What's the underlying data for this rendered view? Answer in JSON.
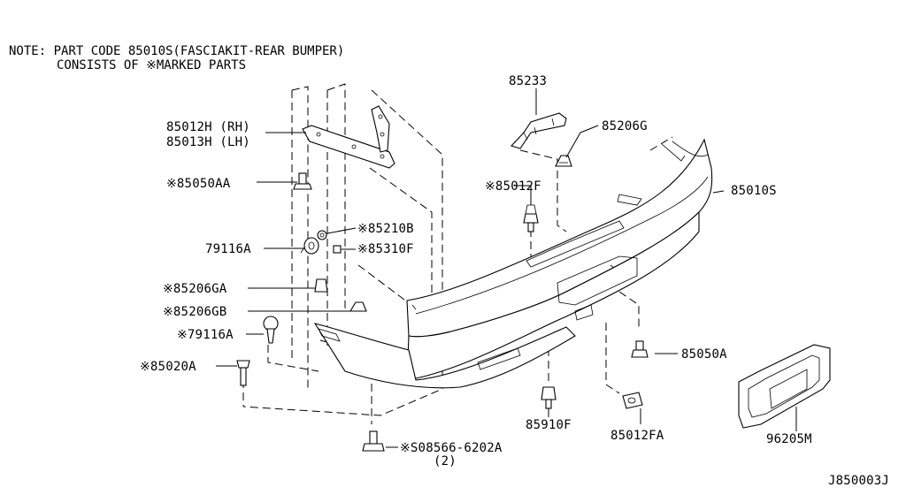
{
  "note": {
    "line1": "NOTE: PART CODE 85010S(FASCIAKIT-REAR BUMPER)",
    "line2": "CONSISTS OF ※MARKED PARTS"
  },
  "labels": {
    "p85233": "85233",
    "p85206G": "85206G",
    "p85012H": "85012H (RH)",
    "p85013H": "85013H (LH)",
    "p85010S": "85010S",
    "p85050AA": "※85050AA",
    "p85012F": "※85012F",
    "p85210B": "※85210B",
    "p79116A": "79116A",
    "p85310F": "※85310F",
    "p85206GA": "※85206GA",
    "p85206GB": "※85206GB",
    "p79116A_star": "※79116A",
    "p85020A": "※85020A",
    "p85050A": "85050A",
    "p96205M": "96205M",
    "p85910F": "85910F",
    "p85012FA": "85012FA",
    "p08566": "※S08566-6202A",
    "p08566_qty": "(2)"
  },
  "footer": {
    "code": "J850003J"
  }
}
